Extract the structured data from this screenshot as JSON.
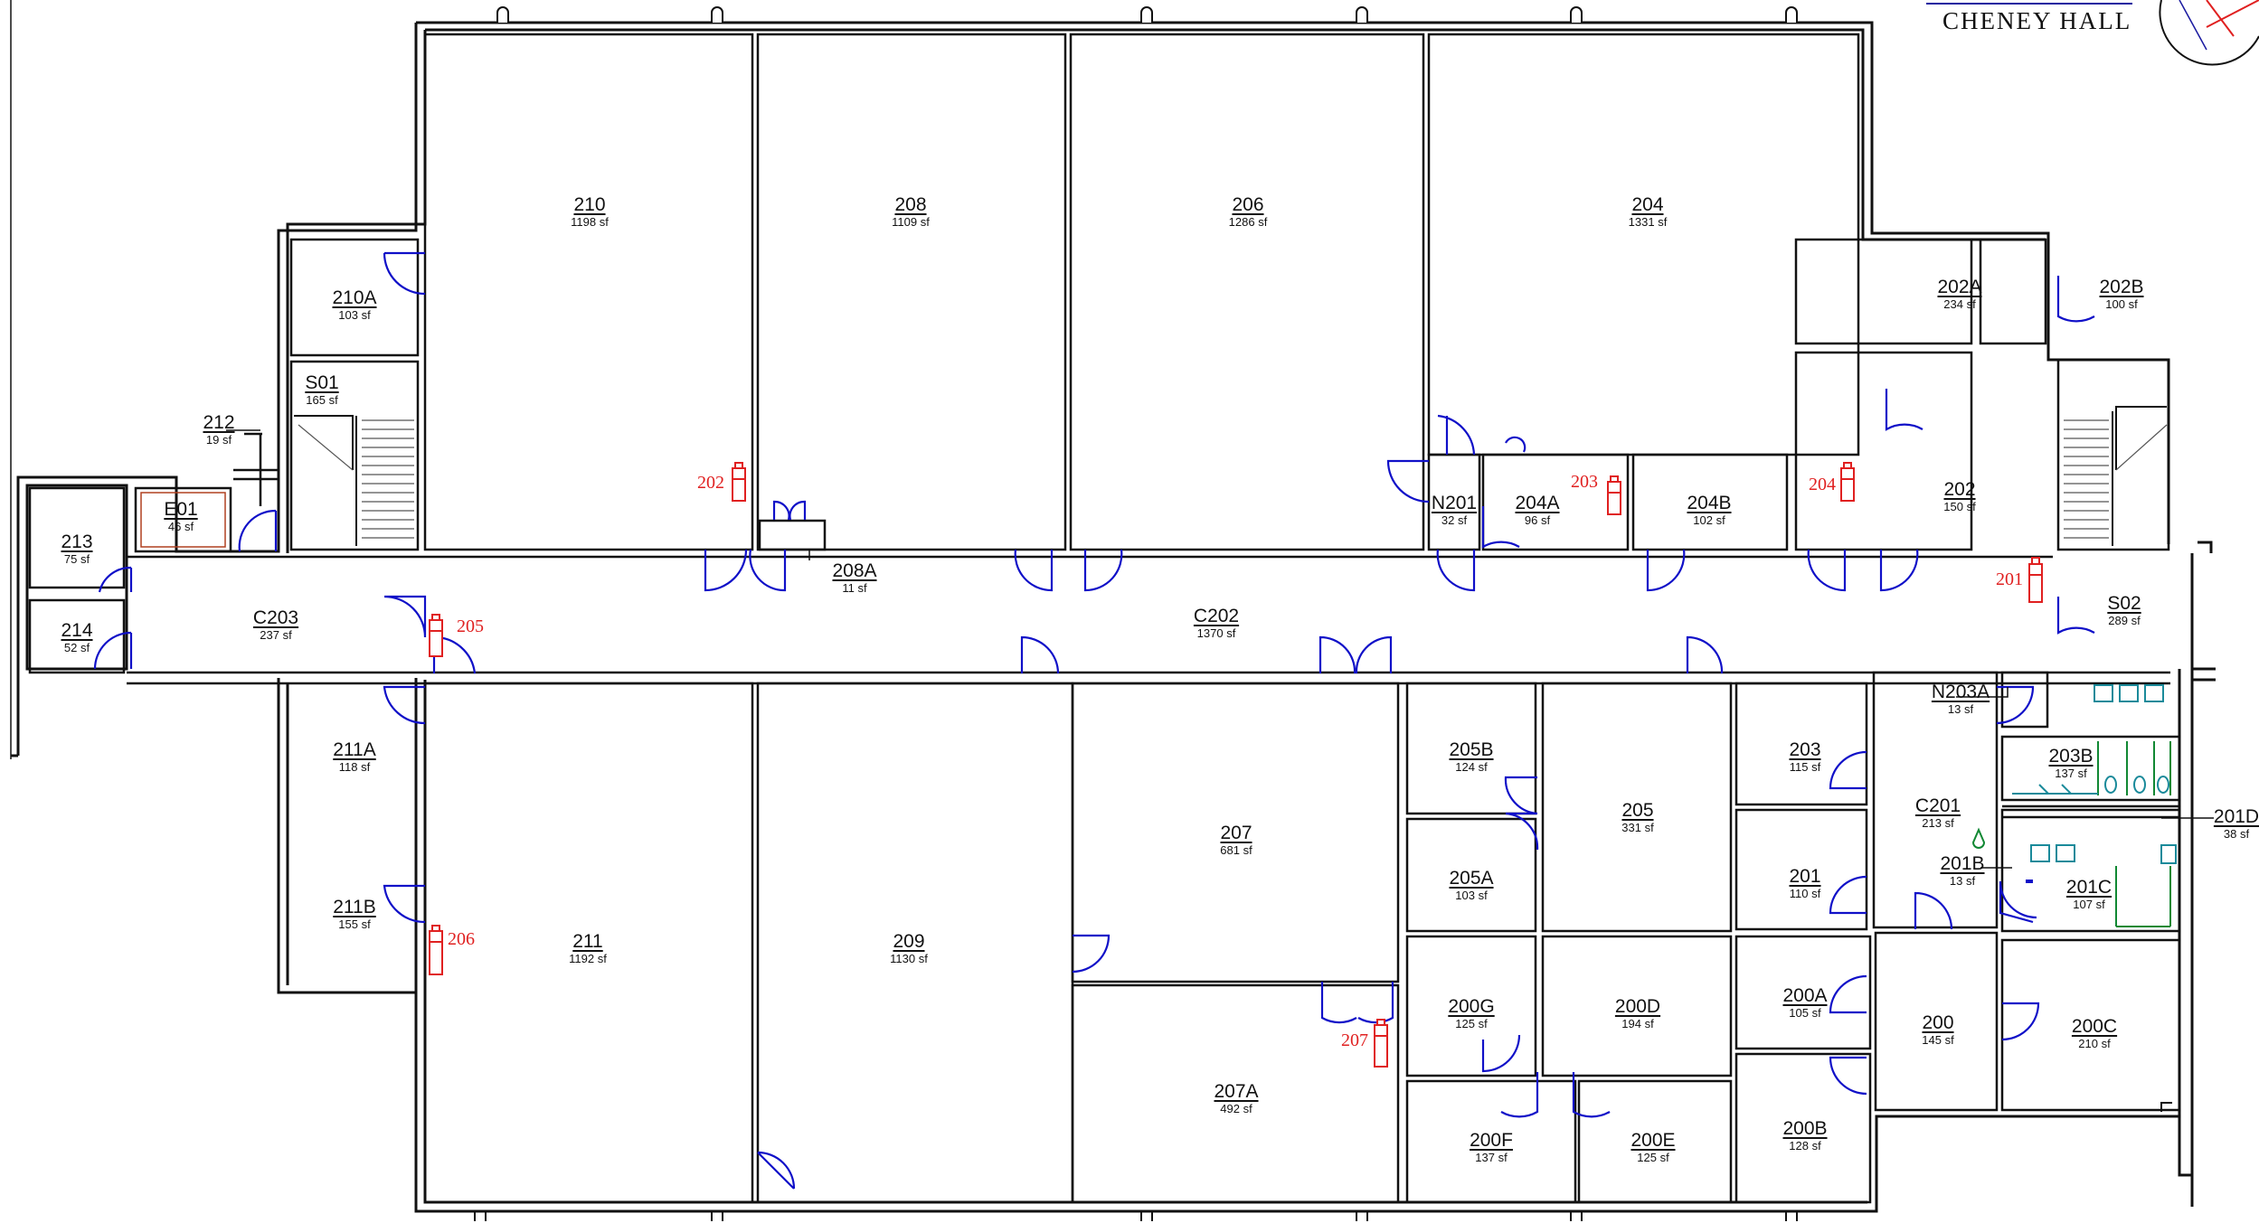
{
  "building": {
    "title": "CHENEY HALL"
  },
  "rooms": [
    {
      "id": "210",
      "area": "1198 sf"
    },
    {
      "id": "208",
      "area": "1109 sf"
    },
    {
      "id": "206",
      "area": "1286 sf"
    },
    {
      "id": "204",
      "area": "1331 sf"
    },
    {
      "id": "210A",
      "area": "103 sf"
    },
    {
      "id": "S01",
      "area": "165 sf"
    },
    {
      "id": "212",
      "area": "19 sf"
    },
    {
      "id": "E01",
      "area": "46 sf"
    },
    {
      "id": "213",
      "area": "75 sf"
    },
    {
      "id": "214",
      "area": "52 sf"
    },
    {
      "id": "C203",
      "area": "237 sf"
    },
    {
      "id": "208A",
      "area": "11 sf"
    },
    {
      "id": "C202",
      "area": "1370 sf"
    },
    {
      "id": "N201",
      "area": "32 sf"
    },
    {
      "id": "204A",
      "area": "96 sf"
    },
    {
      "id": "204B",
      "area": "102 sf"
    },
    {
      "id": "202A",
      "area": "234 sf"
    },
    {
      "id": "202B",
      "area": "100 sf"
    },
    {
      "id": "202",
      "area": "150 sf"
    },
    {
      "id": "S02",
      "area": "289 sf"
    },
    {
      "id": "211A",
      "area": "118 sf"
    },
    {
      "id": "211B",
      "area": "155 sf"
    },
    {
      "id": "211",
      "area": "1192 sf"
    },
    {
      "id": "209",
      "area": "1130 sf"
    },
    {
      "id": "207",
      "area": "681 sf"
    },
    {
      "id": "207A",
      "area": "492 sf"
    },
    {
      "id": "205B",
      "area": "124 sf"
    },
    {
      "id": "205A",
      "area": "103 sf"
    },
    {
      "id": "205",
      "area": "331 sf"
    },
    {
      "id": "200G",
      "area": "125 sf"
    },
    {
      "id": "200D",
      "area": "194 sf"
    },
    {
      "id": "200F",
      "area": "137 sf"
    },
    {
      "id": "200E",
      "area": "125 sf"
    },
    {
      "id": "203",
      "area": "115 sf"
    },
    {
      "id": "201",
      "area": "110 sf"
    },
    {
      "id": "200A",
      "area": "105 sf"
    },
    {
      "id": "200B",
      "area": "128 sf"
    },
    {
      "id": "N203A",
      "area": "13 sf"
    },
    {
      "id": "C201",
      "area": "213 sf"
    },
    {
      "id": "201B",
      "area": "13 sf"
    },
    {
      "id": "203B",
      "area": "137 sf"
    },
    {
      "id": "201C",
      "area": "107 sf"
    },
    {
      "id": "201D",
      "area": "38 sf"
    },
    {
      "id": "200",
      "area": "145 sf"
    },
    {
      "id": "200C",
      "area": "210 sf"
    }
  ],
  "extinguishers": [
    "202",
    "203",
    "204",
    "201",
    "205",
    "206",
    "207"
  ],
  "colors": {
    "wall": "#111111",
    "door": "#1010c8",
    "extinguisher": "#e02020",
    "fixture_teal": "#1a8a9a",
    "fixture_green": "#118833",
    "compass_red": "#e02020"
  }
}
